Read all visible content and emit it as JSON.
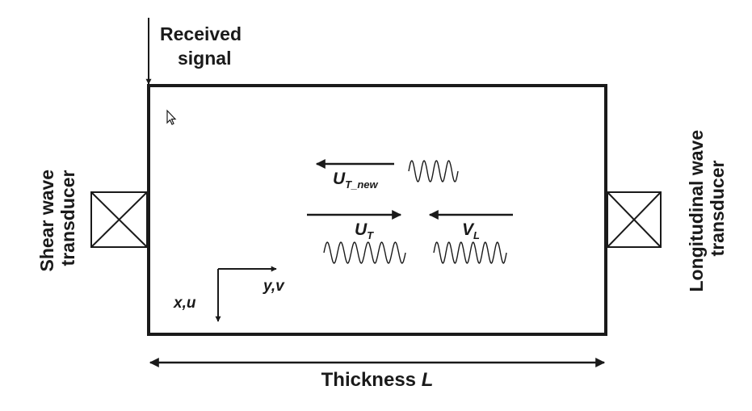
{
  "received_signal": [
    "Received",
    "signal"
  ],
  "shear_transducer": [
    "Shear wave",
    "transducer"
  ],
  "longitudinal_transducer": [
    "Longitudinal wave",
    "transducer"
  ],
  "thickness": {
    "text": "Thickness ",
    "symbol": "L"
  },
  "u_t_new": {
    "main": "U",
    "sub": "T_new"
  },
  "u_t": {
    "main": "U",
    "sub": "T"
  },
  "v_l": {
    "main": "V",
    "sub": "L"
  },
  "axis_x": "x,u",
  "axis_y": "y,v"
}
